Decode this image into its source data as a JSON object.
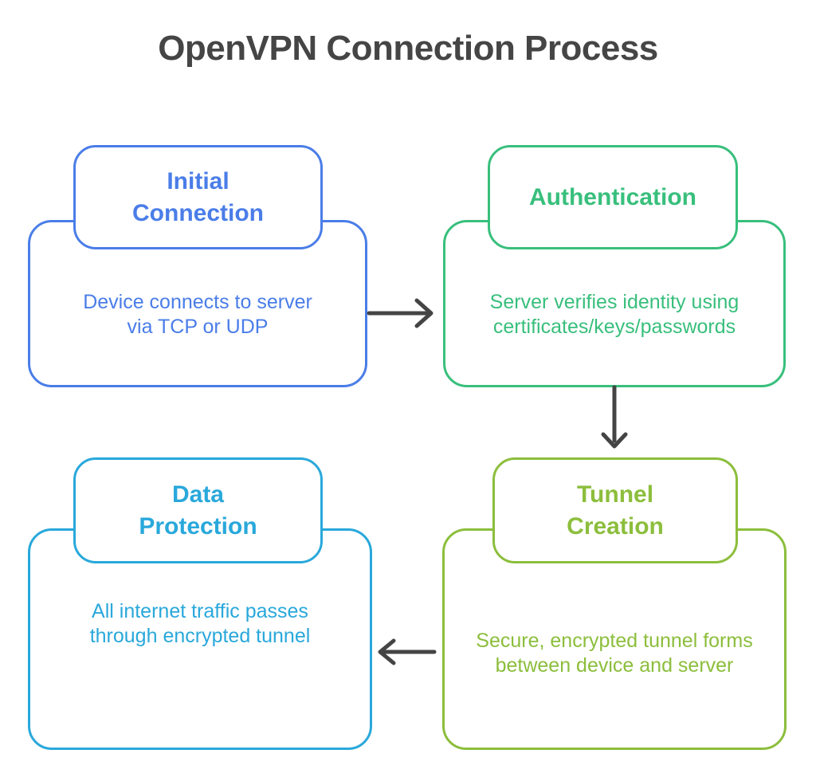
{
  "title": "OpenVPN Connection Process",
  "title_color": "#454545",
  "arrow_color": "#444444",
  "steps": [
    {
      "id": "initial-connection",
      "label": "Initial\nConnection",
      "description": "Device connects to server\nvia TCP or UDP",
      "color": "#4A7DE8"
    },
    {
      "id": "authentication",
      "label": "Authentication",
      "description": "Server verifies identity using\ncertificates/keys/passwords",
      "color": "#38BF7C"
    },
    {
      "id": "tunnel-creation",
      "label": "Tunnel\nCreation",
      "description": "Secure, encrypted tunnel forms\nbetween device and server",
      "color": "#8CBE3C"
    },
    {
      "id": "data-protection",
      "label": "Data\nProtection",
      "description": "All internet traffic passes\nthrough encrypted tunnel",
      "color": "#29A8DB"
    }
  ],
  "arrows": [
    {
      "from": "initial-connection",
      "to": "authentication",
      "direction": "right"
    },
    {
      "from": "authentication",
      "to": "tunnel-creation",
      "direction": "down"
    },
    {
      "from": "tunnel-creation",
      "to": "data-protection",
      "direction": "left"
    }
  ]
}
